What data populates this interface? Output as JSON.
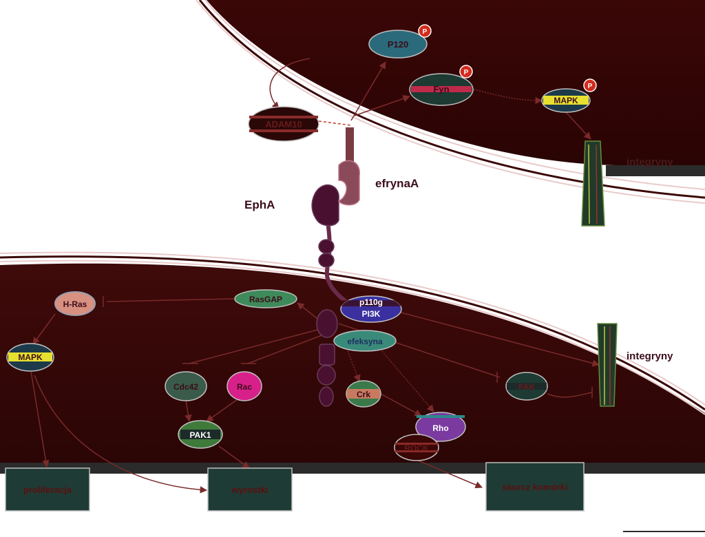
{
  "labels": {
    "epha": "EphA",
    "efrynaa": "efrynaA",
    "integryny_top": "integryny",
    "integryny_bottom": "integryny"
  },
  "nodes": {
    "p120": "P120",
    "fyn": "Fyn",
    "mapk_top": "MAPK",
    "adam10": "ADAM10",
    "hras": "H-Ras",
    "rasgap": "RasGAP",
    "p110g": "p110g",
    "pi3k": "PI3K",
    "efeksyna": "efeksyna",
    "mapk_left": "MAPK",
    "cdc42": "Cdc42",
    "rac": "Rac",
    "pak1": "PAK1",
    "crk": "Crk",
    "rho": "Rho",
    "rock": "ROCK",
    "fak": "FAK"
  },
  "phospho": "P",
  "outcomes": {
    "proliferacja": "proliferacja",
    "wyrostki": "wyrostki",
    "skurcz": "skurcz komórki"
  },
  "colors": {
    "cell": "#3d0808",
    "membrane_line": "#e8c6c6",
    "phospho": "#d42b1c",
    "box": "#1f3b35",
    "edge": "#8a2f2f"
  }
}
